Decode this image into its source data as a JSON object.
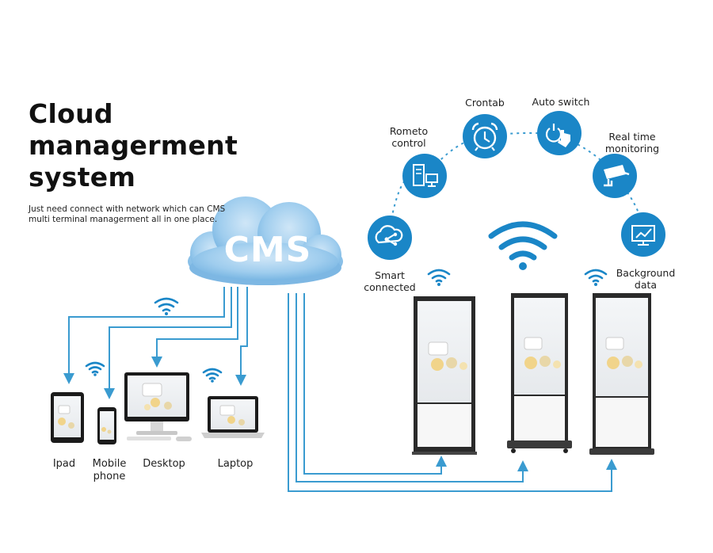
{
  "header": {
    "title_lines": [
      "Cloud",
      "managerment",
      "system"
    ],
    "subtitle_lines": [
      "Just need connect with network which can CMS",
      "multi terminal managerment all in one place."
    ]
  },
  "cloud": {
    "label": "CMS"
  },
  "features": [
    {
      "label_lines": [
        "Smart",
        "connected"
      ],
      "icon": "cloud-link-icon"
    },
    {
      "label_lines": [
        "Rometo",
        "control"
      ],
      "icon": "remote-control-icon"
    },
    {
      "label_lines": [
        "Crontab"
      ],
      "icon": "alarm-clock-icon"
    },
    {
      "label_lines": [
        "Auto switch"
      ],
      "icon": "power-touch-icon"
    },
    {
      "label_lines": [
        "Real time",
        "monitoring"
      ],
      "icon": "cctv-camera-icon"
    },
    {
      "label_lines": [
        "Background",
        "data"
      ],
      "icon": "monitor-chart-icon"
    }
  ],
  "devices": [
    {
      "label_lines": [
        "Ipad"
      ]
    },
    {
      "label_lines": [
        "Mobile",
        "phone"
      ]
    },
    {
      "label_lines": [
        "Desktop"
      ]
    },
    {
      "label_lines": [
        "Laptop"
      ]
    }
  ],
  "colors": {
    "accent": "#1a86c7",
    "line": "#3a9bd0",
    "cloud_light": "#d8ebf8",
    "cloud_dark": "#8cc3e8"
  }
}
